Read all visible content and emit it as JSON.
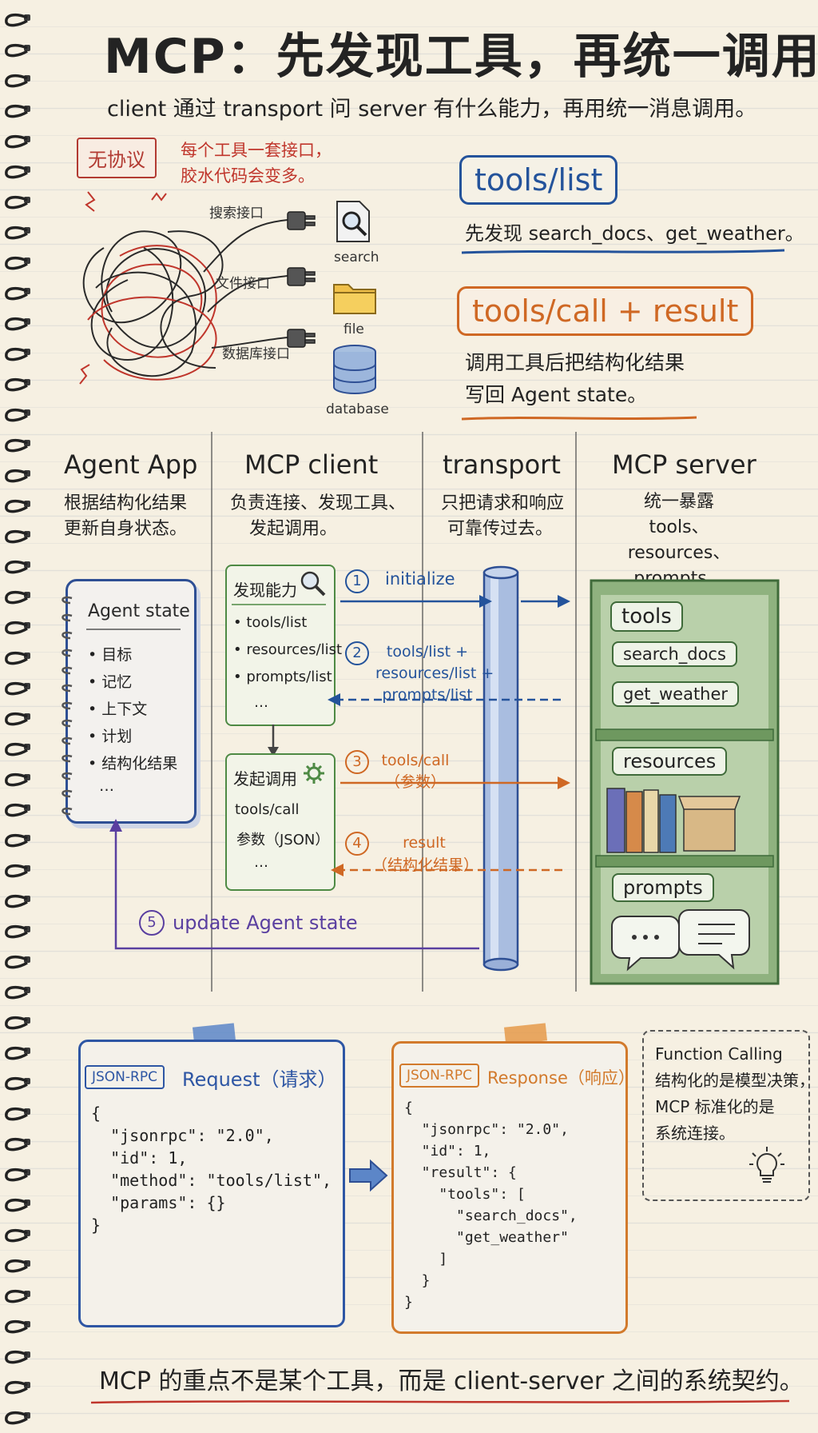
{
  "title": "MCP：先发现工具，再统一调用",
  "subtitle": "client 通过 transport 问 server 有什么能力，再用统一消息调用。",
  "no_protocol": {
    "tag": "无协议",
    "note_line1": "每个工具一套接口，",
    "note_line2": "胶水代码会变多。",
    "plugs": [
      {
        "label": "搜索接口",
        "icon_label": "search",
        "icon": "search-document-icon"
      },
      {
        "label": "文件接口",
        "icon_label": "file",
        "icon": "folder-icon"
      },
      {
        "label": "数据库接口",
        "icon_label": "database",
        "icon": "database-icon"
      }
    ]
  },
  "tools_list": {
    "label": "tools/list",
    "desc": "先发现 search_docs、get_weather。"
  },
  "tools_call": {
    "label": "tools/call + result",
    "desc_line1": "调用工具后把结构化结果",
    "desc_line2": "写回 Agent state。"
  },
  "columns": [
    {
      "title": "Agent App",
      "desc_line1": "根据结构化结果",
      "desc_line2": "更新自身状态。",
      "desc_line3": ""
    },
    {
      "title": "MCP client",
      "desc_line1": "负责连接、发现工具、",
      "desc_line2": "发起调用。",
      "desc_line3": ""
    },
    {
      "title": "transport",
      "desc_line1": "只把请求和响应",
      "desc_line2": "可靠传过去。",
      "desc_line3": ""
    },
    {
      "title": "MCP server",
      "desc_line1": "统一暴露",
      "desc_line2": "tools、resources、",
      "desc_line3": "prompts。"
    }
  ],
  "agent_state": {
    "title": "Agent state",
    "items": [
      "• 目标",
      "• 记忆",
      "• 上下文",
      "• 计划",
      "• 结构化结果",
      "…"
    ]
  },
  "discover_box": {
    "title": "发现能力",
    "items": [
      "• tools/list",
      "• resources/list",
      "• prompts/list",
      "…"
    ]
  },
  "call_box": {
    "title": "发起调用",
    "items": [
      "tools/call",
      "参数（JSON）",
      "…"
    ]
  },
  "steps": {
    "s1": {
      "num": "1",
      "label": "initialize"
    },
    "s2": {
      "num": "2",
      "line1": "tools/list +",
      "line2": "resources/list +",
      "line3": "prompts/list"
    },
    "s3": {
      "num": "3",
      "line1": "tools/call",
      "line2": "（参数）"
    },
    "s4": {
      "num": "4",
      "line1": "result",
      "line2": "（结构化结果）"
    },
    "s5": {
      "num": "5",
      "label": "update Agent state"
    }
  },
  "server_shelf": {
    "tools_label": "tools",
    "tool_items": [
      "search_docs",
      "get_weather"
    ],
    "resources_label": "resources",
    "prompts_label": "prompts"
  },
  "request": {
    "badge": "JSON-RPC",
    "title": "Request（请求）",
    "code": "{\n  \"jsonrpc\": \"2.0\",\n  \"id\": 1,\n  \"method\": \"tools/list\",\n  \"params\": {}\n}"
  },
  "response": {
    "badge": "JSON-RPC",
    "title": "Response（响应）",
    "code": "{\n  \"jsonrpc\": \"2.0\",\n  \"id\": 1,\n  \"result\": {\n    \"tools\": [\n      \"search_docs\",\n      \"get_weather\"\n    ]\n  }\n}"
  },
  "note": {
    "line1": "Function Calling",
    "line2": "结构化的是模型决策，",
    "line3": "MCP 标准化的是",
    "line4": "系统连接。"
  },
  "footer": "MCP 的重点不是某个工具，而是 client-server 之间的系统契约。",
  "colors": {
    "blue": "#24539b",
    "orange": "#cf6824",
    "red": "#c0362c",
    "green": "#4e8a44",
    "purple": "#5a3fa0"
  }
}
